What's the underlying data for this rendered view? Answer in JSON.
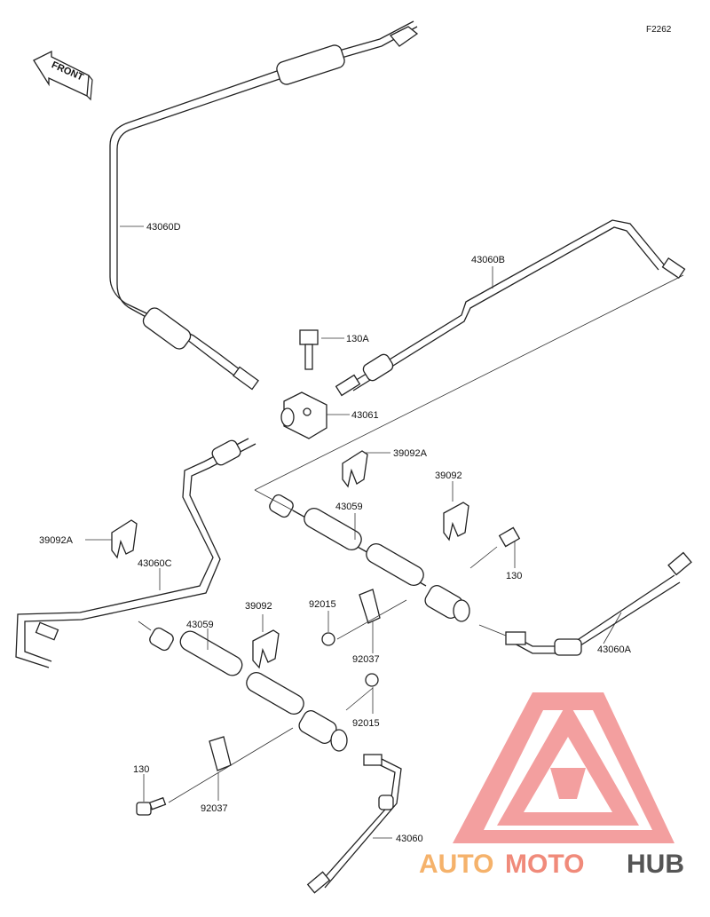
{
  "diagram_code": "F2262",
  "front_arrow_label": "FRONT",
  "labels": {
    "p43060D": "43060D",
    "p43060B": "43060B",
    "p130A": "130A",
    "p43061": "43061",
    "p39092A_top": "39092A",
    "p39092_top": "39092",
    "p43059_top": "43059",
    "p39092A_left": "39092A",
    "p43060C": "43060C",
    "p130_right": "130",
    "p92015_mid": "92015",
    "p39092_mid": "39092",
    "p43059_mid": "43059",
    "p92037_mid": "92037",
    "p43060A": "43060A",
    "p92015_low": "92015",
    "p130_low": "130",
    "p92037_low": "92037",
    "p43060": "43060"
  },
  "watermark": {
    "part1": "AUTO",
    "part2": "MOTO",
    "part3": "HUB",
    "color1": "#f5b26b",
    "color2": "#f08a7a",
    "color3": "#555555",
    "logo_color": "#f08080"
  }
}
